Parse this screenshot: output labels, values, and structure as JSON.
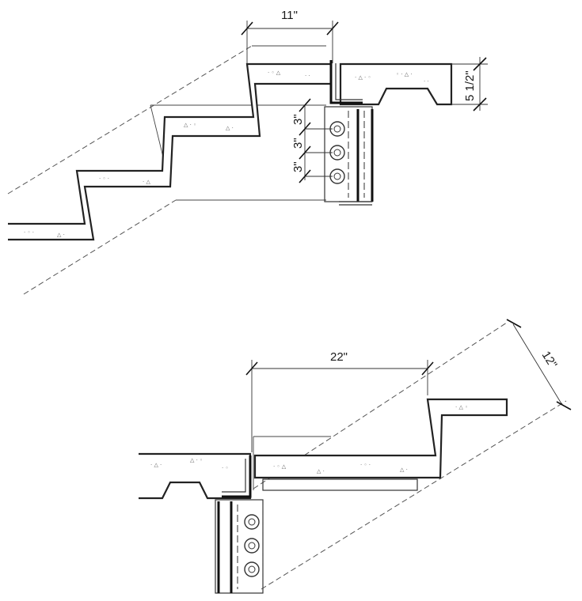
{
  "upper_detail": {
    "tread_width_dim": "11\"",
    "slab_thickness_dim": "5 1/2\"",
    "bolt_spacing_dims": [
      "3\"",
      "3\"",
      "3\""
    ]
  },
  "lower_detail": {
    "landing_dim": "22\"",
    "stringer_depth_dim": "12\""
  }
}
